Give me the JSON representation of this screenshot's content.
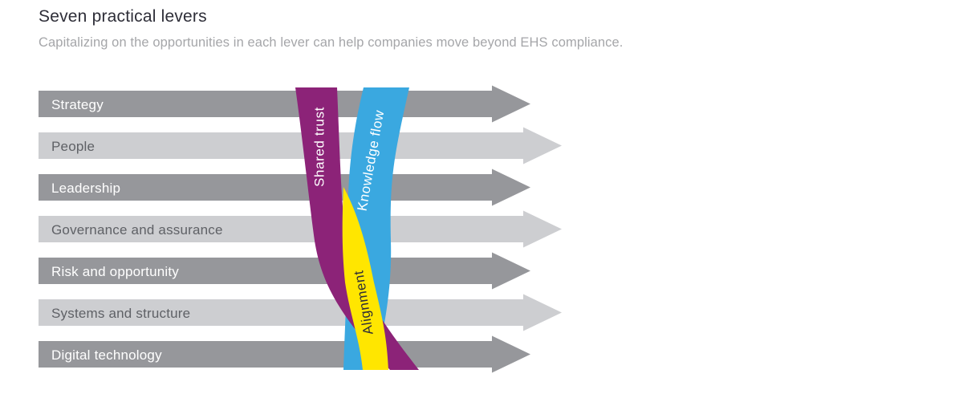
{
  "header": {
    "title": "Seven practical levers",
    "subtitle": "Capitalizing on the opportunities in each lever can help companies move beyond EHS compliance."
  },
  "diagram": {
    "levers": [
      {
        "label": "Strategy",
        "tone": "dark"
      },
      {
        "label": "People",
        "tone": "light"
      },
      {
        "label": "Leadership",
        "tone": "dark"
      },
      {
        "label": "Governance and assurance",
        "tone": "light"
      },
      {
        "label": "Risk and opportunity",
        "tone": "dark"
      },
      {
        "label": "Systems and structure",
        "tone": "light"
      },
      {
        "label": "Digital technology",
        "tone": "dark"
      }
    ],
    "ribbons": [
      {
        "label": "Shared trust",
        "color": "#8c2378",
        "text_color": "#ffffff"
      },
      {
        "label": "Knowledge flow",
        "color": "#3aa8e0",
        "text_color": "#ffffff"
      },
      {
        "label": "Alignment",
        "color": "#ffe600",
        "text_color": "#2e2e38"
      }
    ],
    "colors": {
      "arrow_dark": "#96979b",
      "arrow_light": "#cdced1",
      "label_on_dark": "#ffffff",
      "label_on_light": "#5f6166",
      "title": "#2e2e38",
      "subtitle": "#a5a6a9"
    }
  }
}
